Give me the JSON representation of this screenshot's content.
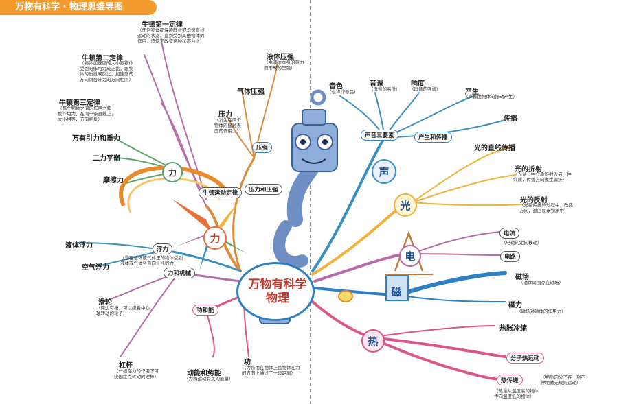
{
  "title": "万物有科学 · 物理思维导图",
  "center": {
    "line1": "万物有科学",
    "line2": "物理"
  },
  "left": {
    "force": "力",
    "force2": "力",
    "newton_motion": "牛顿运动定律",
    "n1": {
      "label": "牛顿第一定律",
      "desc": "（任何物体都保持静止或匀速直线\n运动的状态，直到受到其他物体的\n作用力迫使它改变这种状态为止）"
    },
    "n2": {
      "label": "牛顿第二定律",
      "desc": "（物体加速度的大小跟物体\n受到的作用力成正比，跟物\n体的质量成反比，加速度的\n方向跟合外力的方向相同）"
    },
    "n3": {
      "label": "牛顿第三定律",
      "desc": "（两个物体之间的作用力和\n反作用力，在同一条直线上，\n大小相等，方向相反）"
    },
    "gravity": "万有引力和重力",
    "balance": "二力平衡",
    "friction": "摩擦力",
    "pressure_group": "压力和压强",
    "pressure_node": "压强",
    "liquid_pressure": {
      "label": "液体压强",
      "desc": "（由液体本身的重力\n而形成的压强）"
    },
    "gas_pressure": "气体压强",
    "pressure": {
      "label": "压力",
      "desc": "（发生在两个\n物体的接触表\n面的作用力）"
    },
    "buoyancy": {
      "label": "浮力",
      "desc": "（浸在液体或气体里的物体受到\n液体或气体竖直向上托的力）"
    },
    "liquid_buoy": "液体浮力",
    "air_buoy": "空气浮力",
    "machine": "力和机械",
    "pulley": {
      "label": "滑轮",
      "desc": "（周边有槽，可以绕着中心\n轴转动的轮子）"
    },
    "lever": {
      "label": "杠杆",
      "desc": "（一根在力的作用下可\n绕固定点转动的硬棒）"
    },
    "work_energy": "功和能",
    "kinetic": {
      "label": "动能和势能",
      "desc": "（力和运动有关的能量）"
    },
    "work": {
      "label": "功",
      "desc": "（力作用在物体上且物体在力\n的方向上通过了一段距离）"
    }
  },
  "right": {
    "sound": "声",
    "three": "声音三要素",
    "prod_trans": "产生和传播",
    "timbre": {
      "label": "音色",
      "desc": "（也称作音品）"
    },
    "pitch": {
      "label": "音调",
      "desc": "（声音的高低）"
    },
    "loudness": {
      "label": "响度",
      "desc": "（声音的强弱）"
    },
    "produce": {
      "label": "产生",
      "desc": "（声音由物体的振动产生）"
    },
    "propagate": "传播",
    "light": "光",
    "straight": "光的直线传播",
    "refraction": {
      "label": "光的折射",
      "desc": "（光从一种介质斜射入另一种\n介质，传播方向发生偏折）"
    },
    "reflection": {
      "label": "光的反射",
      "desc": "（光在传播的过程中，改变\n方向，返回原来物质中）"
    },
    "electric": "电",
    "current": {
      "label": "电流",
      "desc": "（电荷的定向移动）"
    },
    "circuit": "电路",
    "magnet": "磁",
    "field": {
      "label": "磁场",
      "desc": "（磁体周围存在磁场）"
    },
    "mforce": {
      "label": "磁力",
      "desc": "（磁场对磁体的作用力）"
    },
    "heat": "热",
    "expand": "热胀冷缩",
    "molecule": {
      "label": "分子热运动",
      "desc": "（物质的分子在一刻不\n停地做无规则运动）"
    },
    "conduct": {
      "label": "热传递",
      "desc": "（热量从温度高的物体\n传向温度低的物体）"
    }
  },
  "colors": {
    "banner": "#f39a2c",
    "blue": "#2f7fc4",
    "pink": "#d9558a",
    "robot": "#7a9fd1"
  }
}
